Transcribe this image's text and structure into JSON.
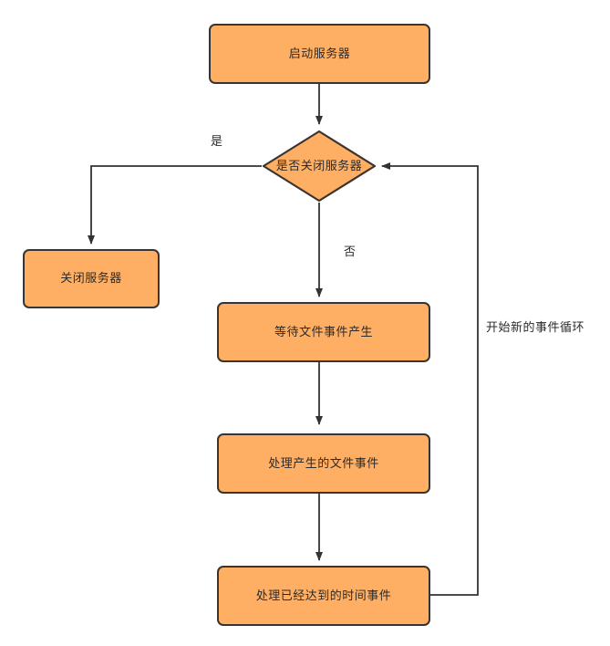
{
  "diagram": {
    "type": "flowchart",
    "title": "",
    "colors": {
      "node_fill": "#feaf64",
      "node_stroke": "#3b332e",
      "edge_stroke": "#333333",
      "text": "#2b2b2b",
      "background": "#ffffff"
    },
    "nodes": [
      {
        "id": "start-server",
        "shape": "process",
        "label": "启动服务器"
      },
      {
        "id": "should-shutdown",
        "shape": "decision",
        "label": "是否关闭服务器"
      },
      {
        "id": "shutdown-server",
        "shape": "process",
        "label": "关闭服务器"
      },
      {
        "id": "wait-file-events",
        "shape": "process",
        "label": "等待文件事件产生"
      },
      {
        "id": "handle-file-events",
        "shape": "process",
        "label": "处理产生的文件事件"
      },
      {
        "id": "handle-time-events",
        "shape": "process",
        "label": "处理已经达到的时间事件"
      }
    ],
    "edges": [
      {
        "id": "start-to-decision",
        "from": "start-server",
        "to": "should-shutdown",
        "label": ""
      },
      {
        "id": "decision-to-shutdown",
        "from": "should-shutdown",
        "to": "shutdown-server",
        "label": "是"
      },
      {
        "id": "decision-to-wait",
        "from": "should-shutdown",
        "to": "wait-file-events",
        "label": "否"
      },
      {
        "id": "wait-to-handle-file",
        "from": "wait-file-events",
        "to": "handle-file-events",
        "label": ""
      },
      {
        "id": "handle-file-to-handle-time",
        "from": "handle-file-events",
        "to": "handle-time-events",
        "label": ""
      },
      {
        "id": "handle-time-to-decision",
        "from": "handle-time-events",
        "to": "should-shutdown",
        "label": "开始新的事件循环"
      }
    ]
  }
}
